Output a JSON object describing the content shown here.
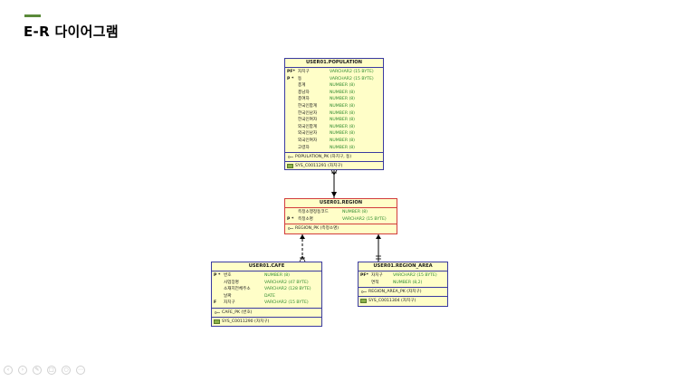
{
  "slide": {
    "title": "E-R 다이어그램"
  },
  "entities": {
    "population": {
      "name": "USER01.POPULATION",
      "columns": [
        {
          "flag": "PF*",
          "name": "자치구",
          "type": "VARCHAR2 (15 BYTE)"
        },
        {
          "flag": "P *",
          "name": "동",
          "type": "VARCHAR2 (15 BYTE)"
        },
        {
          "flag": "",
          "name": "총계",
          "type": "NUMBER (8)"
        },
        {
          "flag": "",
          "name": "총남자",
          "type": "NUMBER (8)"
        },
        {
          "flag": "",
          "name": "총여자",
          "type": "NUMBER (8)"
        },
        {
          "flag": "",
          "name": "한국인합계",
          "type": "NUMBER (8)"
        },
        {
          "flag": "",
          "name": "한국인남자",
          "type": "NUMBER (8)"
        },
        {
          "flag": "",
          "name": "한국인여자",
          "type": "NUMBER (8)"
        },
        {
          "flag": "",
          "name": "외국인합계",
          "type": "NUMBER (8)"
        },
        {
          "flag": "",
          "name": "외국인남자",
          "type": "NUMBER (8)"
        },
        {
          "flag": "",
          "name": "외국인여자",
          "type": "NUMBER (8)"
        },
        {
          "flag": "",
          "name": "고령자",
          "type": "NUMBER (8)"
        }
      ],
      "pk": "POPULATION_PK (자치구, 동)",
      "uk": "SYS_C0011291 (자치구)"
    },
    "region": {
      "name": "USER01.REGION",
      "columns": [
        {
          "flag": "",
          "name": "측정소행정동코드",
          "type": "NUMBER (8)"
        },
        {
          "flag": "P *",
          "name": "측정소명",
          "type": "VARCHAR2 (15 BYTE)"
        }
      ],
      "pk": "REGION_PK (측정소명)"
    },
    "cafe": {
      "name": "USER01.CAFE",
      "columns": [
        {
          "flag": "P *",
          "name": "번호",
          "type": "NUMBER (8)"
        },
        {
          "flag": "",
          "name": "사업장명",
          "type": "VARCHAR2 (47 BYTE)"
        },
        {
          "flag": "",
          "name": "소재지전체주소",
          "type": "VARCHAR2 (128 BYTE)"
        },
        {
          "flag": "",
          "name": "날짜",
          "type": "DATE"
        },
        {
          "flag": "F",
          "name": "자치구",
          "type": "VARCHAR2 (15 BYTE)"
        }
      ],
      "pk": "CAFE_PK (번호)",
      "uk": "SYS_C0011290 (자치구)"
    },
    "region_area": {
      "name": "USER01.REGION_AREA",
      "columns": [
        {
          "flag": "PF*",
          "name": "자치구",
          "type": "VARCHAR2 (15 BYTE)"
        },
        {
          "flag": "",
          "name": "면적",
          "type": "NUMBER (8,2)"
        }
      ],
      "pk": "REGION_AREA_PK (자치구)",
      "uk": "SYS_C0011304 (자치구)"
    }
  },
  "colors": {
    "entity_fill": "#fffec8",
    "entity_border": "#3a3aa0",
    "selected_border": "#d23c3c",
    "type_text": "#2e8b2e",
    "accent": "#5a8a3a"
  },
  "nav_icons": [
    "back-icon",
    "forward-icon",
    "pen-icon",
    "copy-icon",
    "zoom-icon",
    "more-icon"
  ]
}
